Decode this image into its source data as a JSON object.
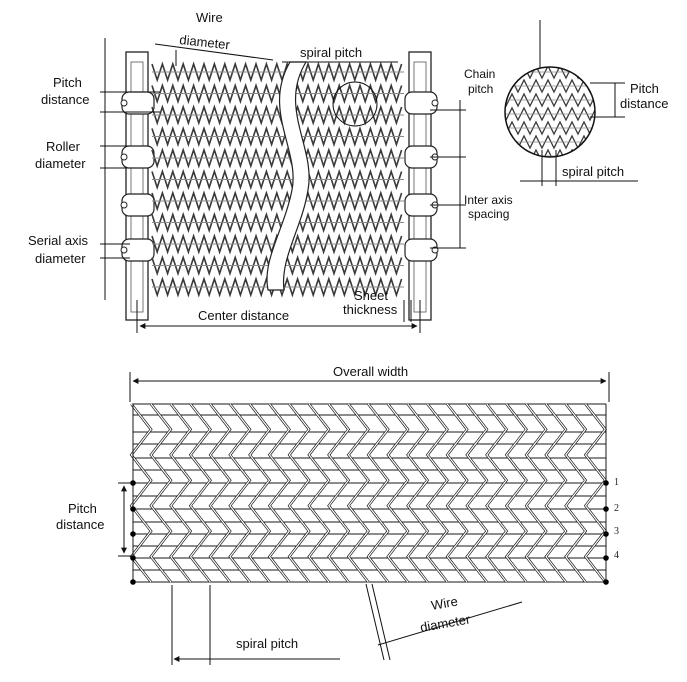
{
  "top_figure": {
    "labels": {
      "wire_diameter_line1": "Wire",
      "wire_diameter_line2": "diameter",
      "spiral_pitch": "spiral pitch",
      "pitch_distance_line1": "Pitch",
      "pitch_distance_line2": "distance",
      "roller_diameter_line1": "Roller",
      "roller_diameter_line2": "diameter",
      "serial_axis_line1": "Serial axis",
      "serial_axis_line2": "diameter",
      "center_distance": "Center distance",
      "sheet_thickness_line1": "Sheet",
      "sheet_thickness_line2": "thickness",
      "chain_pitch_line1": "Chain",
      "chain_pitch_line2": "pitch",
      "inter_axis_line1": "Inter axis",
      "inter_axis_line2": "spacing"
    }
  },
  "detail_figure": {
    "labels": {
      "pitch_distance_line1": "Pitch",
      "pitch_distance_line2": "distance",
      "spiral_pitch": "spiral pitch"
    }
  },
  "bottom_figure": {
    "labels": {
      "overall_width": "Overall width",
      "pitch_distance_line1": "Pitch",
      "pitch_distance_line2": "distance",
      "spiral_pitch": "spiral pitch",
      "wire_diameter_line1": "Wire",
      "wire_diameter_line2": "diameter"
    },
    "row_numbers": [
      "1",
      "2",
      "3",
      "4"
    ]
  },
  "colors": {
    "line": "#1a1a1a",
    "mesh_dark": "#3a3a3a",
    "mesh_mid": "#8a8a8a"
  }
}
